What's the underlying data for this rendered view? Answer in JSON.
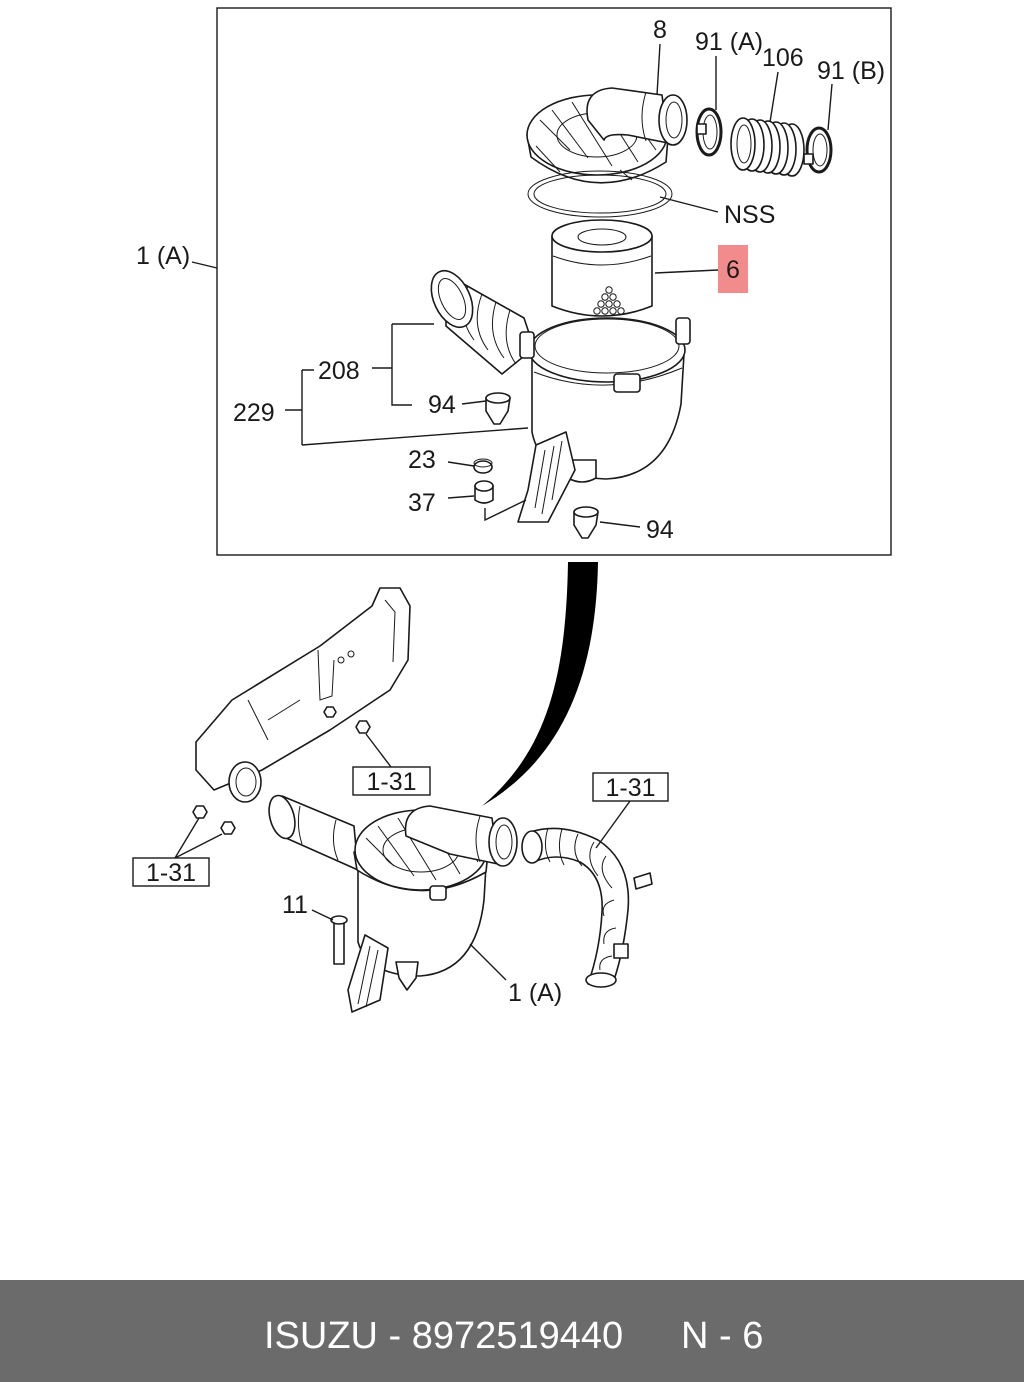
{
  "top_panel": {
    "callouts": {
      "part_8": "8",
      "part_91a": "91 (A)",
      "part_106": "106",
      "part_91b": "91 (B)",
      "part_nss": "NSS",
      "assembly_1a": "1 (A)",
      "part_6": "6",
      "part_208": "208",
      "part_229": "229",
      "part_94_upper": "94",
      "part_23": "23",
      "part_37": "37",
      "part_94_lower": "94"
    }
  },
  "bottom_panel": {
    "ref_boxes": [
      "1-31",
      "1-31",
      "1-31"
    ],
    "callouts": {
      "part_11": "11",
      "assembly_1a": "1 (A)"
    }
  },
  "footer": {
    "part_number": "ISUZU - 8972519440",
    "position": "N - 6"
  },
  "colors": {
    "line": "#1a1a1a",
    "highlight": "#f28b8b",
    "arrow": "#000000",
    "footer_bg": "#6b6b6b",
    "footer_text": "#ffffff"
  }
}
